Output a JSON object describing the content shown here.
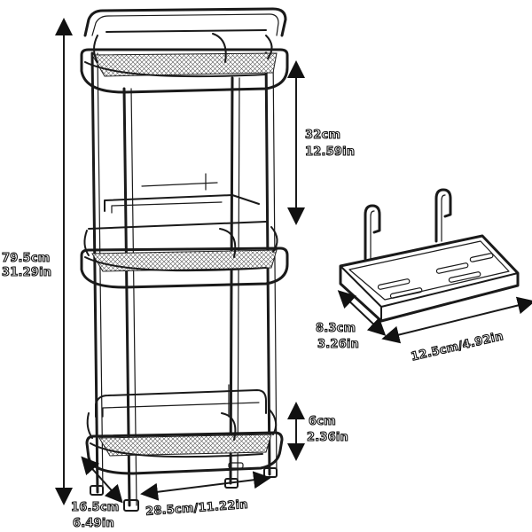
{
  "dimensions": {
    "total_height": {
      "cm": "79.5cm",
      "in": "31.29in"
    },
    "shelf_spacing": {
      "cm": "32cm",
      "in": "12.59in"
    },
    "basket_depth": {
      "cm": "6cm",
      "in": "2.36in"
    },
    "base_depth": {
      "cm": "16.5cm",
      "in": "6.49in"
    },
    "base_width": {
      "text": "28.5cm/11.22in"
    },
    "hook_basket_depth": {
      "cm": "8.3cm",
      "in": "3.26in"
    },
    "hook_basket_width": {
      "text": "12.5cm/4.92in"
    }
  },
  "colors": {
    "line": "#1a1a1a",
    "background": "#ffffff"
  }
}
